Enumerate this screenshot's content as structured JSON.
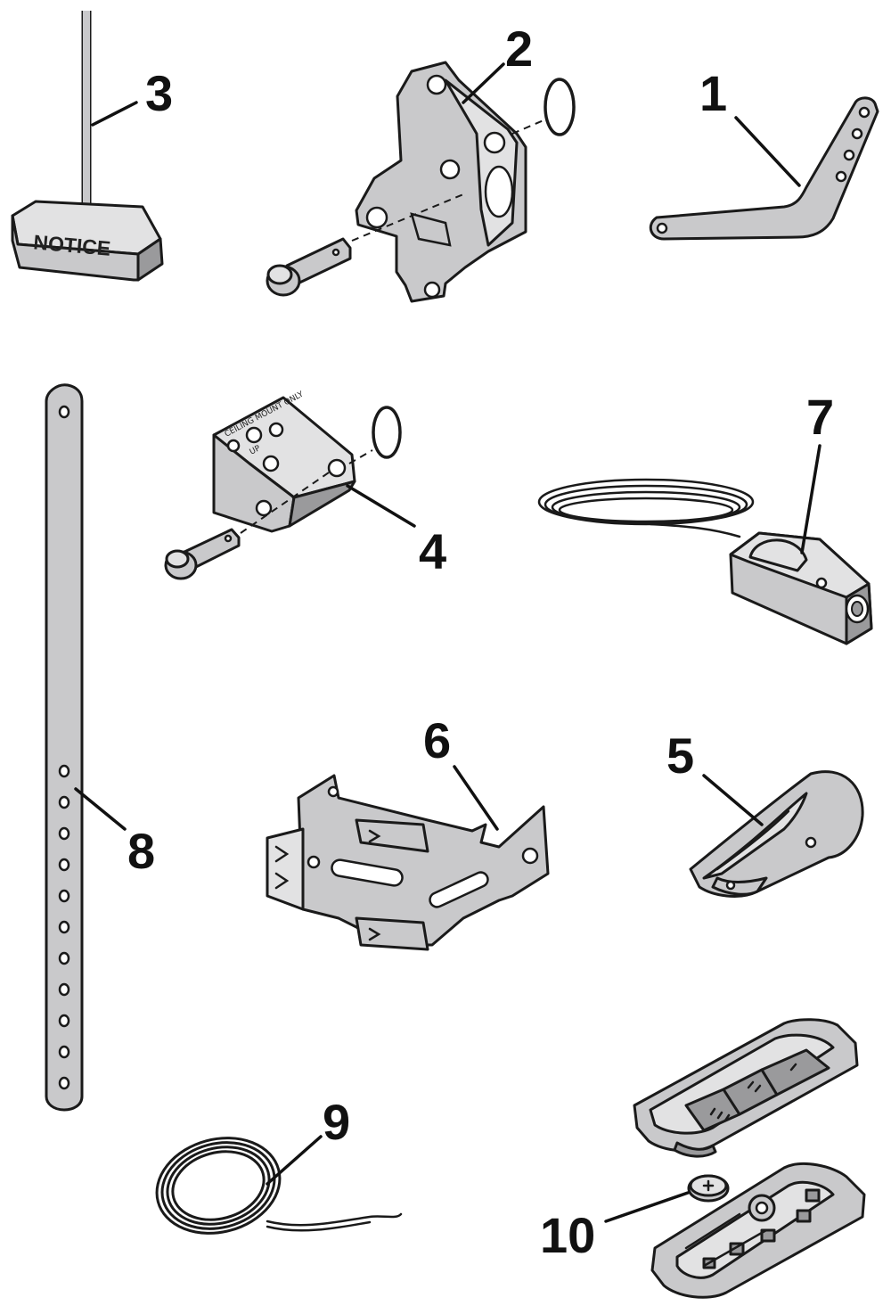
{
  "callouts": {
    "c1": "1",
    "c2": "2",
    "c3": "3",
    "c4": "4",
    "c5": "5",
    "c6": "6",
    "c7": "7",
    "c8": "8",
    "c9": "9",
    "c10": "10"
  },
  "labels": {
    "notice": "NOTICE",
    "ceiling_mount": "CEILING MOUNT ONLY",
    "up": "UP"
  },
  "colors": {
    "part_fill": "#c9c9cb",
    "outline": "#1a1a1a",
    "background": "#ffffff"
  }
}
